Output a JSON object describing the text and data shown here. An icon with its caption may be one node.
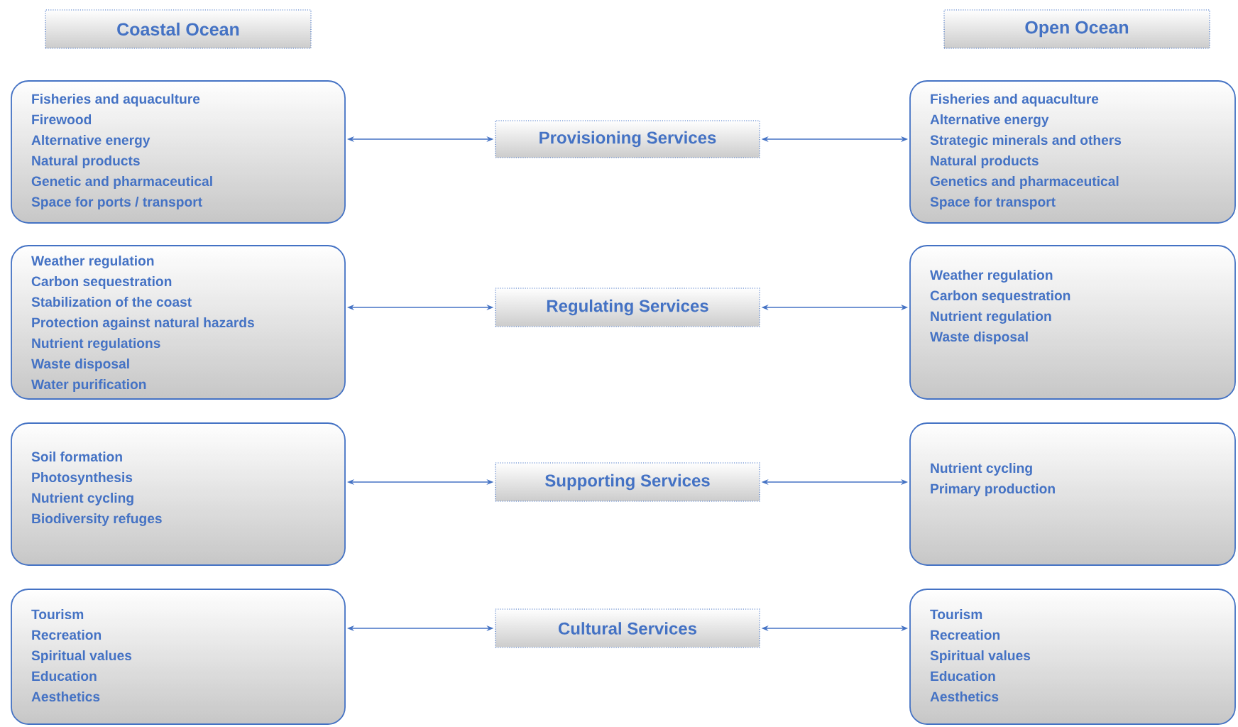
{
  "diagram": {
    "nodes": [
      {
        "text": [
          "Coastal Ocean"
        ]
      },
      {
        "text": [
          "Open Ocean"
        ]
      },
      {
        "text": [
          "Fisheries and aquaculture",
          "Firewood",
          "Alternative energy",
          "Natural products",
          "Genetic and pharmaceutical",
          "Space for ports / transport"
        ]
      },
      {
        "text": [
          "Provisioning Services"
        ]
      },
      {
        "text": [
          "Fisheries and aquaculture",
          "Alternative energy",
          "Strategic minerals and others",
          "Natural products",
          "Genetics and pharmaceutical",
          "Space for transport"
        ]
      },
      {
        "text": [
          "Weather regulation",
          "Carbon sequestration",
          "Stabilization of the coast",
          "Protection against natural hazards",
          "Nutrient regulations",
          "Waste disposal",
          "Water purification"
        ]
      },
      {
        "text": [
          "Regulating Services"
        ]
      },
      {
        "text": [
          "Weather regulation",
          "Carbon sequestration",
          "Nutrient regulation",
          "Waste disposal"
        ]
      },
      {
        "text": [
          "Soil formation",
          "Photosynthesis",
          "Nutrient cycling",
          "Biodiversity refuges"
        ]
      },
      {
        "text": [
          "Supporting Services"
        ]
      },
      {
        "text": [
          "Nutrient cycling",
          "Primary production"
        ]
      },
      {
        "text": [
          "Tourism",
          "Recreation",
          "Spiritual values",
          "Education",
          "Aesthetics"
        ]
      },
      {
        "text": [
          "Cultural Services"
        ]
      },
      {
        "text": [
          "Tourism",
          "Recreation",
          "Spiritual values",
          "Education",
          "Aesthetics"
        ]
      }
    ],
    "edges": [
      {
        "from": 2,
        "to": 3,
        "arrow": "both"
      },
      {
        "from": 3,
        "to": 4,
        "arrow": "both"
      },
      {
        "from": 5,
        "to": 6,
        "arrow": "both"
      },
      {
        "from": 6,
        "to": 7,
        "arrow": "both"
      },
      {
        "from": 8,
        "to": 9,
        "arrow": "both"
      },
      {
        "from": 9,
        "to": 10,
        "arrow": "both"
      },
      {
        "from": 11,
        "to": 12,
        "arrow": "both"
      },
      {
        "from": 12,
        "to": 13,
        "arrow": "both"
      }
    ]
  }
}
